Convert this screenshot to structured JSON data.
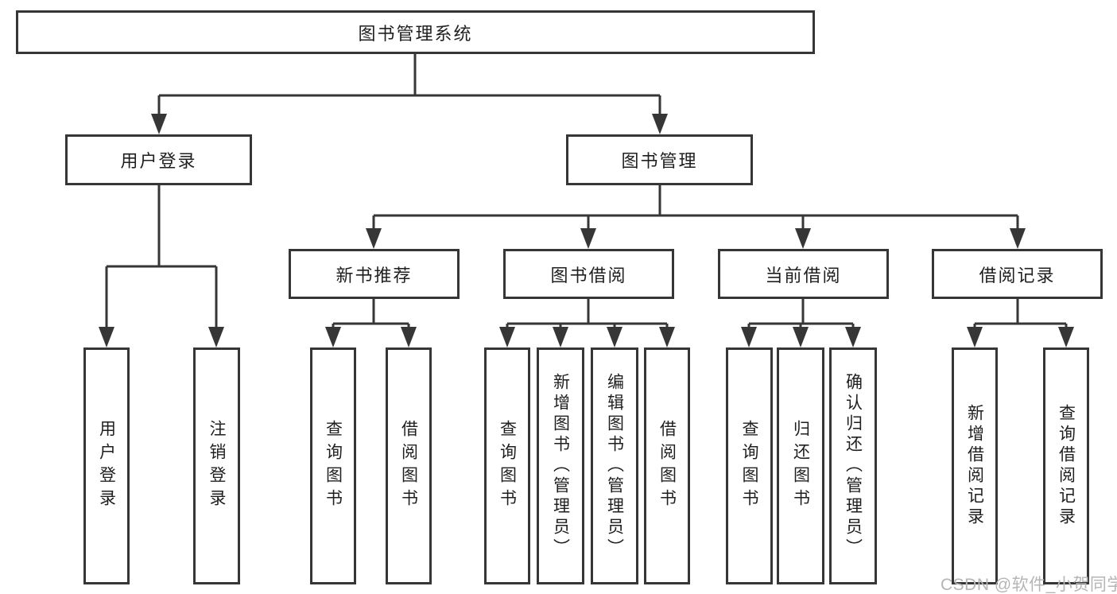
{
  "diagram_title": "图书管理系统",
  "tree": {
    "label": "图书管理系统",
    "children": [
      {
        "label": "用户登录",
        "children": [
          {
            "label": "用户登录"
          },
          {
            "label": "注销登录"
          }
        ]
      },
      {
        "label": "图书管理",
        "children": [
          {
            "label": "新书推荐",
            "children": [
              {
                "label": "查询图书"
              },
              {
                "label": "借阅图书"
              }
            ]
          },
          {
            "label": "图书借阅",
            "children": [
              {
                "label": "查询图书"
              },
              {
                "label": "新增图书（管理员）"
              },
              {
                "label": "编辑图书（管理员）"
              },
              {
                "label": "借阅图书"
              }
            ]
          },
          {
            "label": "当前借阅",
            "children": [
              {
                "label": "查询图书"
              },
              {
                "label": "归还图书"
              },
              {
                "label": "确认归还（管理员）"
              }
            ]
          },
          {
            "label": "借阅记录",
            "children": [
              {
                "label": "新增借阅记录"
              },
              {
                "label": "查询借阅记录"
              }
            ]
          }
        ]
      }
    ]
  },
  "watermark": {
    "text": "CSDN @软件_小贺同学"
  },
  "colors": {
    "line": "#363636",
    "box_border": "#363636",
    "text": "#1f1f1f",
    "watermark": "#b5b5b5",
    "background": "#ffffff"
  }
}
